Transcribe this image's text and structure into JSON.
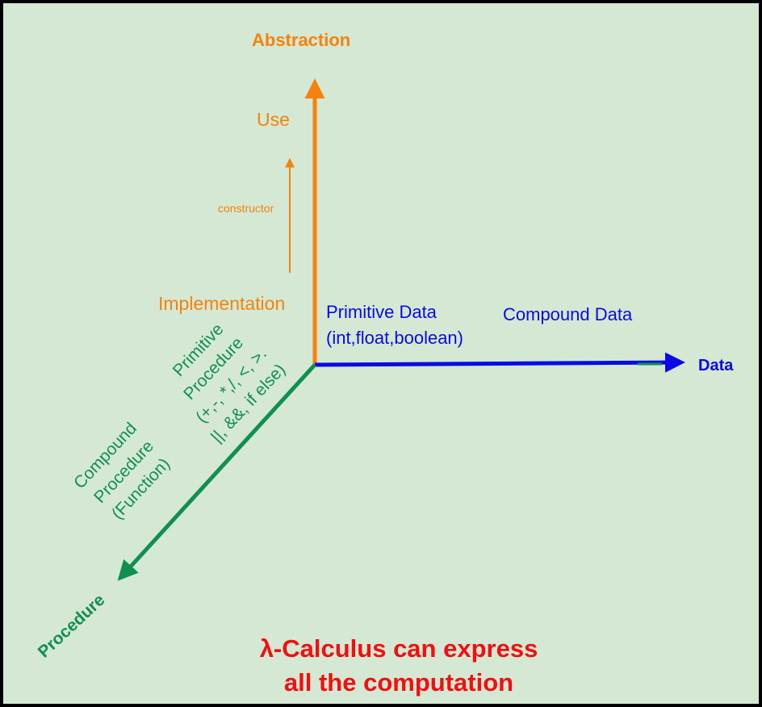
{
  "abstraction_axis": {
    "title": "Abstraction",
    "use_label": "Use",
    "constructor_label": "constructor",
    "implementation_label": "Implementation"
  },
  "data_axis": {
    "title": "Data",
    "primitive_data": {
      "line1": "Primitive Data",
      "line2": "(int,float,boolean)"
    },
    "compound_data": "Compound Data"
  },
  "procedure_axis": {
    "title": "Procedure",
    "primitive_procedure": {
      "line1": "Primitive",
      "line2": "Procedure",
      "line3": "(+,-, *,/, <, >.",
      "line4": "||, &&, if else)"
    },
    "compound_procedure": {
      "line1": "Compound",
      "line2": "Procedure",
      "line3": "(Function)"
    }
  },
  "caption": {
    "line1": "λ-Calculus can express",
    "line2": "all the computation"
  },
  "colors": {
    "background": "#d5e8d4",
    "abstraction": "#f5820c",
    "data": "#0a0ae6",
    "procedure": "#109050",
    "caption": "#f01010",
    "border": "#000000"
  }
}
